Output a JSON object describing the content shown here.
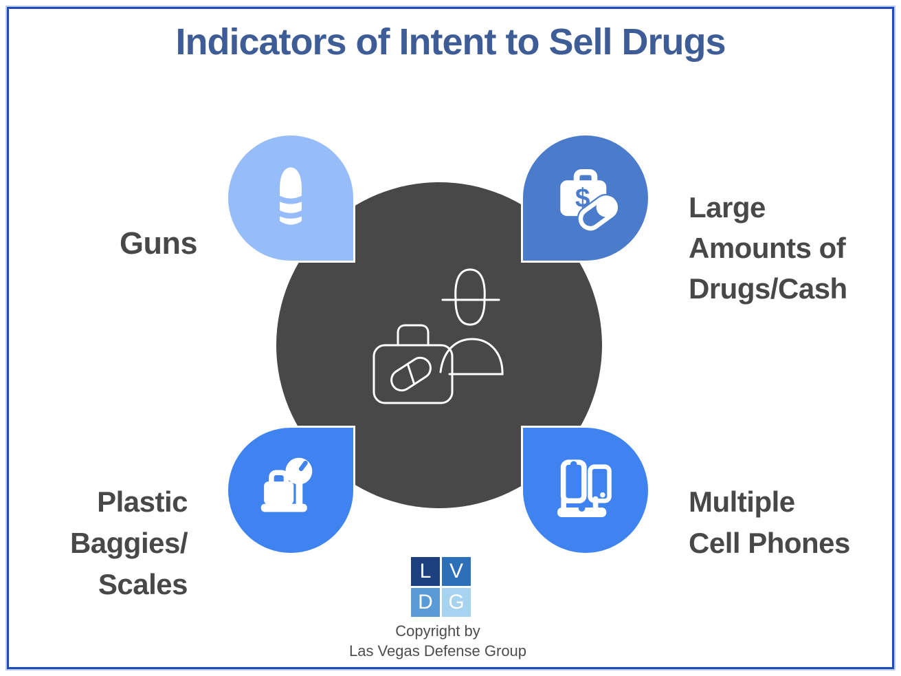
{
  "frame": {
    "border_color": "#1e4cba"
  },
  "title": {
    "text": "Indicators of Intent to Sell Drugs",
    "color": "#3e5c96"
  },
  "center_circle": {
    "color": "#484848",
    "icon": "drug-dealer-briefcase-pill-icon"
  },
  "label_color": "#484848",
  "items": [
    {
      "id": "guns",
      "position": "top-left",
      "icon": "bullet-icon",
      "bubble_color": "#97bcfa",
      "lines": [
        "Guns"
      ]
    },
    {
      "id": "large-amounts-of-drugs-cash",
      "position": "top-right",
      "icon": "money-briefcase-pill-icon",
      "bubble_color": "#4b7ccb",
      "lines": [
        "Large",
        "Amounts of",
        "Drugs/Cash"
      ]
    },
    {
      "id": "plastic-baggies-scales",
      "position": "bottom-left",
      "icon": "weighing-scale-icon",
      "bubble_color": "#3f83f1",
      "lines": [
        "Plastic",
        "Baggies/",
        "Scales"
      ]
    },
    {
      "id": "multiple-cell-phones",
      "position": "bottom-right",
      "icon": "cell-phones-icon",
      "bubble_color": "#3f83f1",
      "lines": [
        "Multiple",
        "Cell Phones"
      ]
    }
  ],
  "logo": {
    "squares": [
      {
        "letter": "L",
        "color": "#1d3f7d"
      },
      {
        "letter": "V",
        "color": "#2e70b7"
      },
      {
        "letter": "D",
        "color": "#5b9bd5"
      },
      {
        "letter": "G",
        "color": "#a6d3ef"
      }
    ]
  },
  "copyright": {
    "lines": [
      "Copyright by",
      "Las Vegas Defense Group"
    ]
  }
}
